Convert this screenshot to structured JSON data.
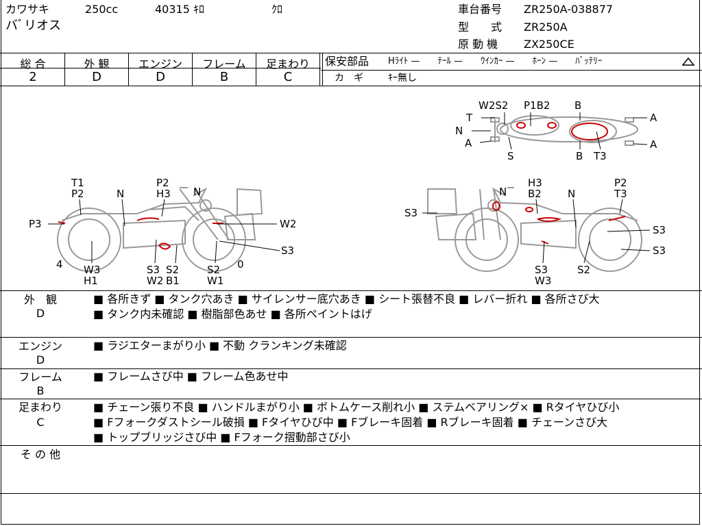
{
  "header": {
    "maker": "カワサキ",
    "cc": "250cc",
    "km": "40315 ｷﾛ",
    "color": "ｸﾛ",
    "model_name": "バﾞリオス",
    "chassis_label": "車台番号",
    "chassis_value": "ZR250A-038877",
    "type_label": "型　　式",
    "type_value": "ZR250A",
    "engine_label": "原 動 機",
    "engine_value": "ZX250CE"
  },
  "scores": {
    "headers": [
      "総 合",
      "外 観",
      "エンジン",
      "フレーム",
      "足まわり"
    ],
    "values": [
      "2",
      "D",
      "D",
      "B",
      "C"
    ]
  },
  "safety": {
    "label": "保安部品",
    "line1": "Hﾗｲﾄ —　　ﾃｰﾙ —　　ｳｲﾝｶｰ —　　ﾎｰﾝ —　　ﾊﾞｯﾃﾘｰ",
    "key_label": "カ　ギ",
    "key_value": "ｷｰ無し"
  },
  "diagram": {
    "top_labels": [
      "W2S2",
      "P1B2",
      "B",
      "T",
      "N",
      "A",
      "A",
      "A",
      "S",
      "B",
      "T3"
    ],
    "left_labels": [
      "T1",
      "P2",
      "N",
      "P2",
      "H3",
      "N",
      "P3",
      "W2",
      "S3",
      "4",
      "W3",
      "H1",
      "S3",
      "W2",
      "S2",
      "B1",
      "S2",
      "W1",
      "0"
    ],
    "right_labels": [
      "N",
      "H3",
      "B2",
      "P2",
      "T3",
      "S3",
      "N",
      "S3",
      "S3",
      "S3",
      "W3",
      "S2"
    ]
  },
  "sections": [
    {
      "label": "外　観",
      "grade": "D",
      "lines": [
        "■ 各所きず ■ タンク穴あき ■ サイレンサー底穴あき ■ シート張替不良 ■ レバー折れ ■ 各所さび大",
        "■ タンク内未確認 ■ 樹脂部色あせ ■ 各所ペイントはげ"
      ]
    },
    {
      "label": "エンジン",
      "grade": "D",
      "lines": [
        "■ ラジエターまがり小 ■ 不動 クランキング未確認"
      ]
    },
    {
      "label": "フレーム",
      "grade": "B",
      "lines": [
        "■ フレームさび中 ■ フレーム色あせ中"
      ]
    },
    {
      "label": "足まわり",
      "grade": "C",
      "lines": [
        "■ チェーン張り不良 ■ ハンドルまがり小 ■ ボトムケース削れ小 ■ ステムベアリング× ■ Rタイヤひび小",
        "■ Fフォークダストシール破損 ■ Fタイヤひび中 ■ Fブレーキ固着 ■ Rブレーキ固着 ■ チェーンさび大",
        "■ トップブリッジさび中 ■ Fフォーク摺動部さび小"
      ]
    },
    {
      "label": "そ の 他",
      "grade": "",
      "lines": []
    }
  ]
}
